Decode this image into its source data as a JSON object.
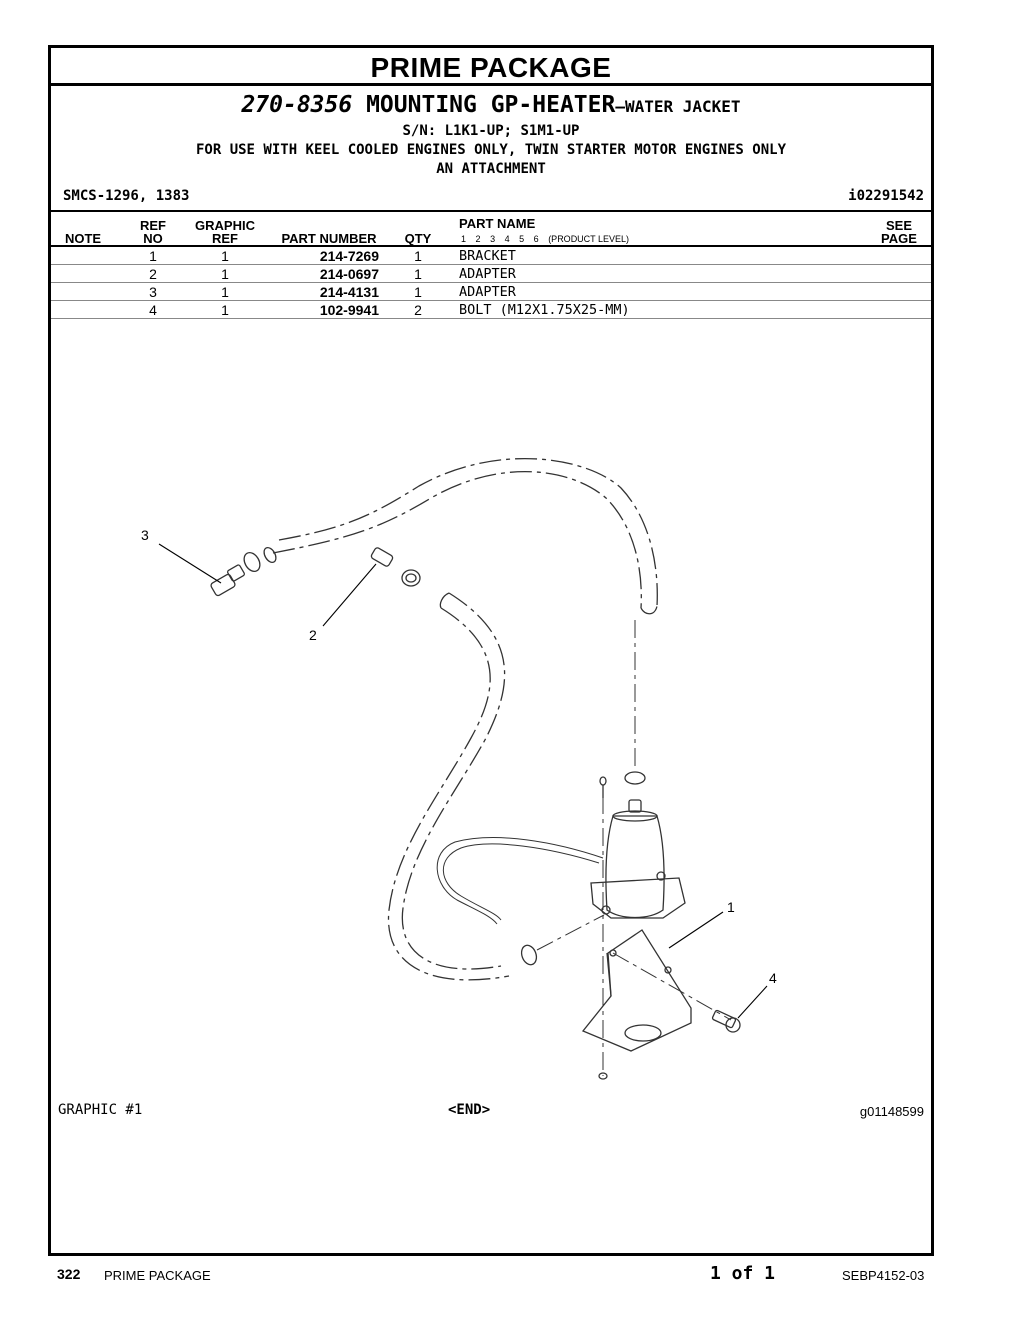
{
  "section_title": "PRIME PACKAGE",
  "group": {
    "number": "270-8356",
    "name": "MOUNTING GP-HEATER",
    "suffix": "—WATER JACKET",
    "serials": "S/N: L1K1-UP; S1M1-UP",
    "usage": "FOR USE WITH KEEL COOLED ENGINES ONLY, TWIN STARTER MOTOR ENGINES ONLY",
    "attachment": "AN ATTACHMENT"
  },
  "smcs": "SMCS-1296, 1383",
  "illustration_id": "i02291542",
  "table": {
    "headers": {
      "note": "NOTE",
      "ref_top": "REF",
      "ref_bottom": "NO",
      "graphic_top": "GRAPHIC",
      "graphic_bottom": "REF",
      "part_number": "PART NUMBER",
      "qty": "QTY",
      "part_name": "PART NAME",
      "see_top": "SEE",
      "see_bottom": "PAGE"
    },
    "levels": [
      "1",
      "2",
      "3",
      "4",
      "5",
      "6"
    ],
    "levels_label": "(PRODUCT LEVEL)",
    "rows": [
      {
        "note": "",
        "ref_no": "1",
        "graphic_ref": "1",
        "part_number": "214-7269",
        "qty": "1",
        "part_name": "BRACKET",
        "see_page": ""
      },
      {
        "note": "",
        "ref_no": "2",
        "graphic_ref": "1",
        "part_number": "214-0697",
        "qty": "1",
        "part_name": "ADAPTER",
        "see_page": ""
      },
      {
        "note": "",
        "ref_no": "3",
        "graphic_ref": "1",
        "part_number": "214-4131",
        "qty": "1",
        "part_name": "ADAPTER",
        "see_page": ""
      },
      {
        "note": "",
        "ref_no": "4",
        "graphic_ref": "1",
        "part_number": "102-9941",
        "qty": "2",
        "part_name": "BOLT (M12X1.75X25-MM)",
        "see_page": ""
      }
    ]
  },
  "illustration": {
    "callouts": [
      "3",
      "2",
      "1",
      "4"
    ]
  },
  "graphic_label": "GRAPHIC #1",
  "end_label": "<END>",
  "graphic_code": "g01148599",
  "footer": {
    "page_number": "322",
    "section": "PRIME PACKAGE",
    "page_of": "1 of 1",
    "doc_id": "SEBP4152-03"
  }
}
